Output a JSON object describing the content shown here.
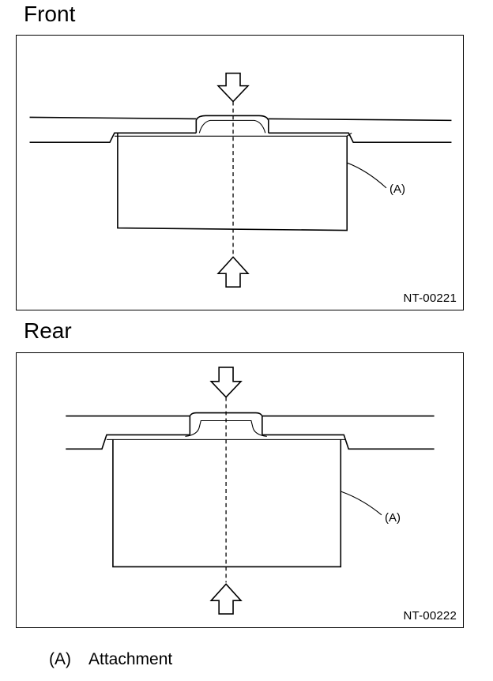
{
  "front": {
    "title": "Front",
    "callout": "(A)",
    "code": "NT-00221"
  },
  "rear": {
    "title": "Rear",
    "callout": "(A)",
    "code": "NT-00222"
  },
  "legend": {
    "key": "(A)",
    "label": "Attachment"
  }
}
